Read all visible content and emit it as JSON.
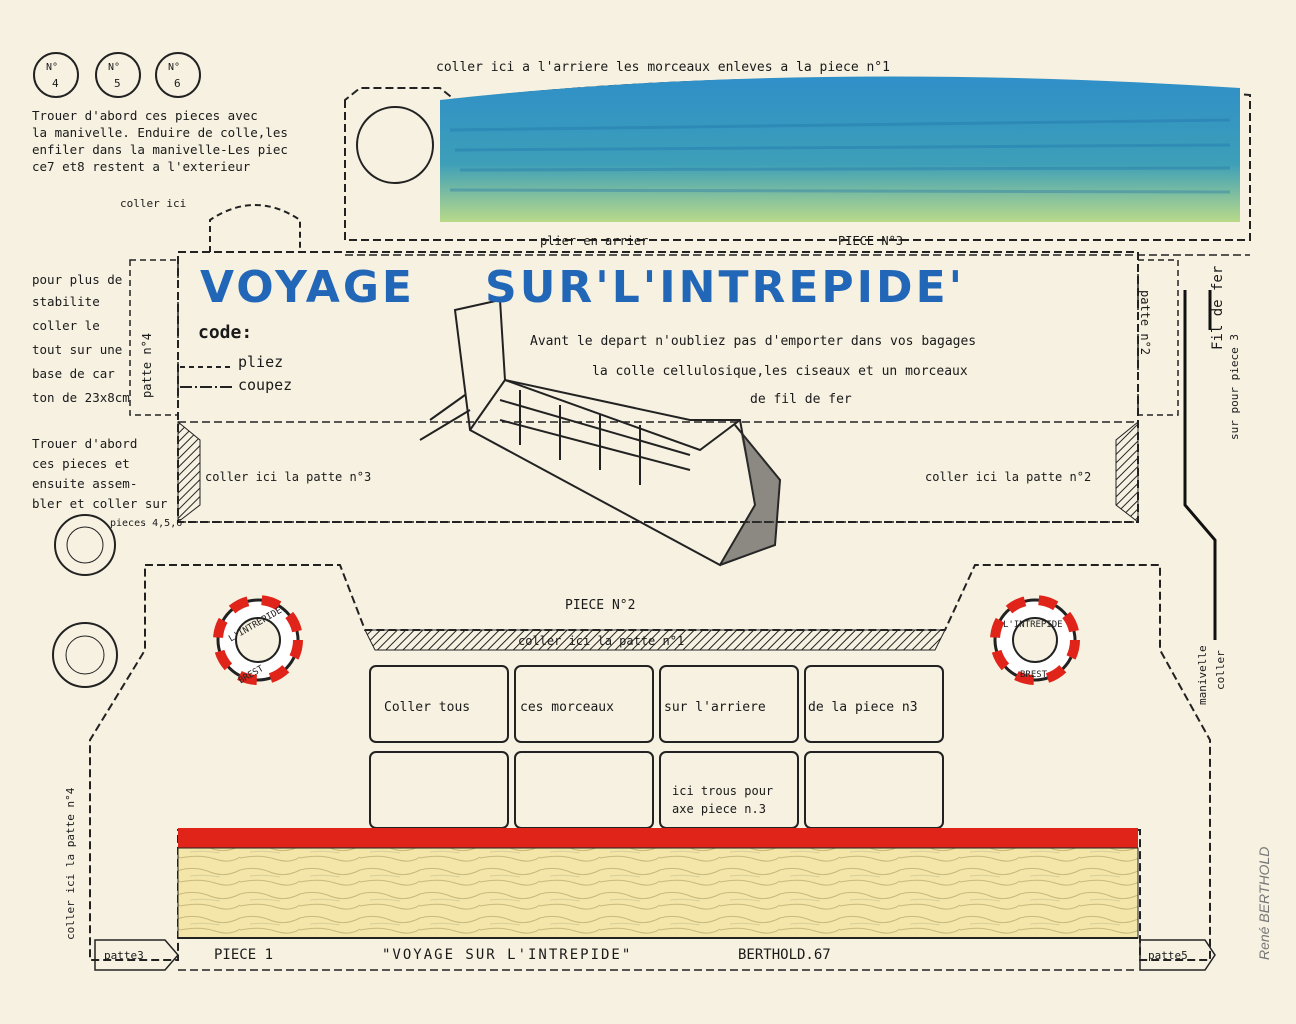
{
  "title": {
    "voyage": "VOYAGE",
    "sur": "SUR'L'INTREPIDE'"
  },
  "top_banner": "coller ici a l'arriere les morceaux enleves a la piece n°1",
  "piece3": {
    "plier": "plier en arrier",
    "label": "PIECE N°3"
  },
  "small_pieces": [
    {
      "no": "N°",
      "num": "4"
    },
    {
      "no": "N°",
      "num": "5"
    },
    {
      "no": "N°",
      "num": "6"
    }
  ],
  "notes": {
    "trouer1": [
      "Trouer d'abord ces pieces avec",
      "la manivelle. Enduire de colle,les",
      "enfiler dans la manivelle-Les piec",
      "ce7 et8 restent a l'exterieur"
    ],
    "colle_ici": "coller ici",
    "stabilite": [
      "pour plus de",
      "stabilite",
      "coller le",
      "tout sur une",
      "base de car",
      "ton de 23x8cm"
    ],
    "trouer2": [
      "Trouer d'abord",
      "ces pieces et",
      "ensuite assem-",
      "bler et coller sur",
      "pieces 4,5,6"
    ]
  },
  "code": {
    "label": "code:",
    "pliez": "pliez",
    "coupez": "coupez"
  },
  "instruction": [
    "Avant le depart n'oubliez pas d'emporter dans vos bagages",
    "la colle cellulosique,les ciseaux et un morceaux",
    "de fil de fer"
  ],
  "coller_patte3": "coller ici la patte n°3",
  "coller_patte2": "coller ici la patte n°2",
  "patte4": "patte n°4",
  "patte2": "patte n°2",
  "fil_de_fer": "Fil de fer",
  "sur_piece3": "sur pour piece 3",
  "manivelle": [
    "manivelle",
    "coller"
  ],
  "piece2": {
    "label": "PIECE N°2",
    "coller_patte1": "coller ici la patte n°1"
  },
  "lifebuoy": {
    "top": "L'INTREPIDE",
    "bottom": "BREST"
  },
  "panels": [
    "Coller tous",
    "ces morceaux",
    "sur l'arriere",
    "de la piece n3"
  ],
  "trous": [
    "ici trous pour",
    "axe piece n.3"
  ],
  "left_vertical": "coller ici la patte n°4",
  "bottom": {
    "patte3": "patte3",
    "piece1": "PIECE 1",
    "name": "\"VOYAGE SUR L'INTREPIDE\"",
    "author": "BERTHOLD.67",
    "patte5": "patte5"
  },
  "signature": "René BERTHOLD",
  "colors": {
    "blue": "#2266b8",
    "red": "#e0241a",
    "water_blue": "#2f8fc8",
    "water_green": "#9cc97a",
    "deck": "#f1e3a2"
  }
}
